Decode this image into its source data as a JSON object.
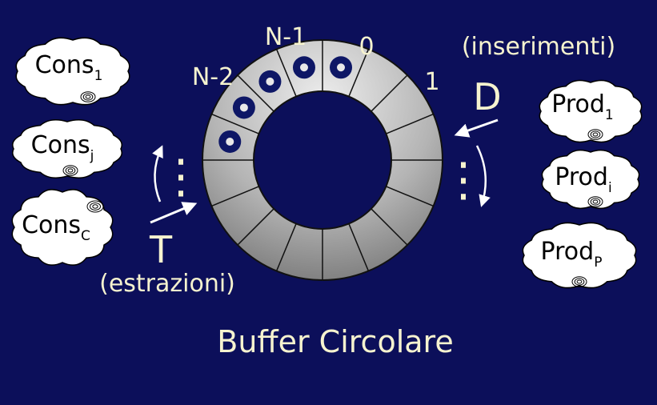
{
  "colors": {
    "background": "#0c0f5a",
    "text": "#f6f3cf",
    "ring_light": "#e8e8e8",
    "ring_dark": "#7c7c7c",
    "ring_border": "#111111",
    "item": "#0e1766",
    "cloud_fill": "#ffffff",
    "cloud_text": "#000000"
  },
  "slot_labels": {
    "n_minus_1": "N-1",
    "zero": "0",
    "n_minus_2": "N-2",
    "one": "1"
  },
  "ring": {
    "slot_count": 16,
    "filled_slots": 5
  },
  "pointers": {
    "head": "D",
    "head_caption": "(inserimenti)",
    "tail": "T",
    "tail_caption": "(estrazioni)"
  },
  "ellipsis": {
    "left": "⋮",
    "right": "⋮"
  },
  "consumers": [
    {
      "base": "Cons",
      "sub": "1"
    },
    {
      "base": "Cons",
      "sub": "j"
    },
    {
      "base": "Cons",
      "sub": "C"
    }
  ],
  "producers": [
    {
      "base": "Prod",
      "sub": "1"
    },
    {
      "base": "Prod",
      "sub": "i"
    },
    {
      "base": "Prod",
      "sub": "P"
    }
  ],
  "title": "Buffer Circolare"
}
